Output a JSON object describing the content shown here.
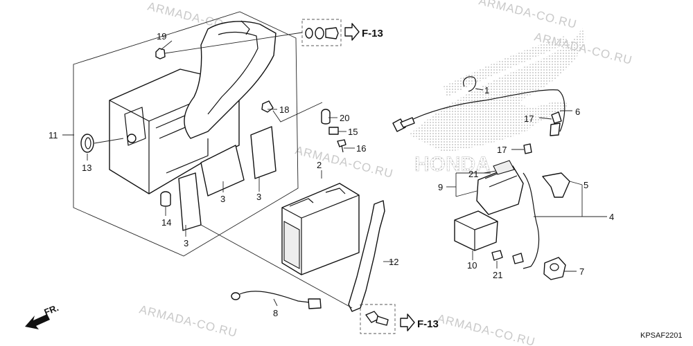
{
  "diagram": {
    "part_numbers": {
      "p1": "1",
      "p2": "2",
      "p3a": "3",
      "p3b": "3",
      "p3c": "3",
      "p4": "4",
      "p5": "5",
      "p6": "6",
      "p7": "7",
      "p8": "8",
      "p9": "9",
      "p10": "10",
      "p11": "11",
      "p12": "12",
      "p13": "13",
      "p14": "14",
      "p15": "15",
      "p16": "16",
      "p17a": "17",
      "p17b": "17",
      "p18": "18",
      "p19": "19",
      "p20": "20",
      "p21a": "21",
      "p21b": "21"
    },
    "references": {
      "ref_top": "F-13",
      "ref_bottom": "F-13"
    },
    "direction_label": "FR.",
    "diagram_code": "KPSAF2201",
    "logo_text": "HONDA",
    "watermarks": [
      "ARMADA-CO.RU",
      "ARMADA-CO.RU",
      "ARMADA-CO.RU",
      "ARMADA-CO.RU",
      "ARMADA-CO.RU",
      "ARMADA-CO.RU"
    ]
  },
  "colors": {
    "line": "#111111",
    "watermark": "#c9c9c9",
    "dots": "#9a9a9a"
  }
}
